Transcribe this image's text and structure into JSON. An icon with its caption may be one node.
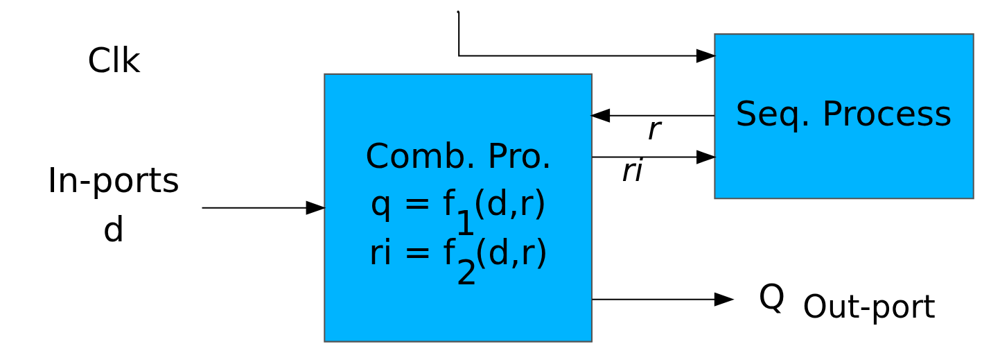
{
  "diagram": {
    "nodes": [
      {
        "text": [
          "Comb. Pro.",
          "q = f$_{1}$(d,r)",
          "ri = f$_{2}$(d,r)"
        ]
      },
      {
        "text": [
          "Seq. Process"
        ]
      },
      {
        "text": [
          "In-ports",
          "d"
        ]
      },
      {
        "text": [
          "Q"
        ],
        "beside": [
          "Out-port"
        ]
      }
    ],
    "edges": [
      {
        "from": 2,
        "to": 0,
        "arrow": "to"
      },
      {
        "from": 0,
        "to": 3,
        "arrow": "to"
      },
      {
        "from": 0,
        "to": 1,
        "arrow": "to",
        "label": "*ri*"
      },
      {
        "from": 1,
        "to": 0,
        "arrow": "to",
        "label": "*r*"
      },
      {
        "from": null,
        "to": 1,
        "arrow": "to"
      }
    ],
    "labels": [
      "Clk"
    ]
  }
}
